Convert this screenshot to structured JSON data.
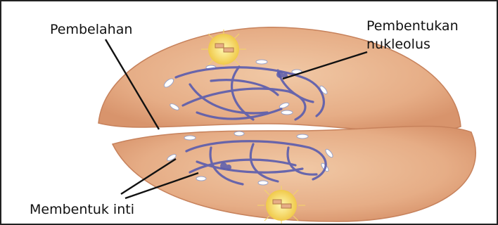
{
  "labels": {
    "cleavage": "Pembelahan",
    "nucleolus_line1": "Pembentukan",
    "nucleolus_line2": "nukleolus",
    "nucleus": "Membentuk inti"
  }
}
